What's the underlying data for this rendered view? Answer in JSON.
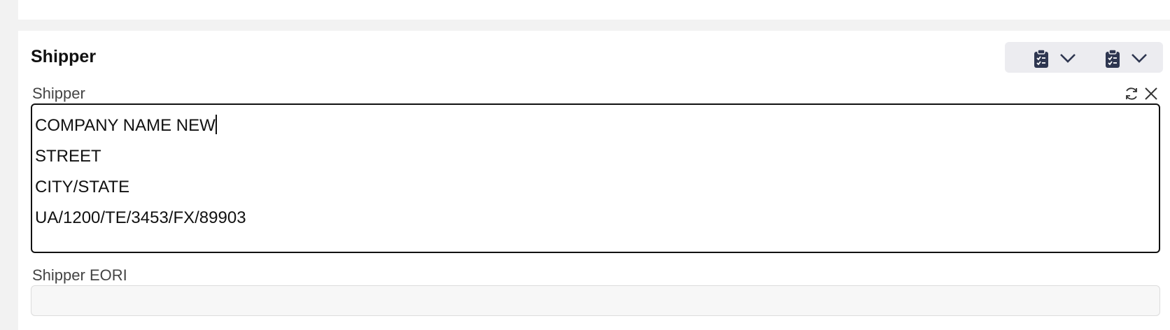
{
  "section": {
    "title": "Shipper"
  },
  "toolbar": {
    "buttons": [
      {
        "icon": "clipboard-check-icon",
        "dropdown": "chevron-down-icon"
      },
      {
        "icon": "clipboard-check-icon",
        "dropdown": "chevron-down-icon"
      }
    ]
  },
  "shipper_field": {
    "label": "Shipper",
    "lines": [
      "COMPANY NAME NEW",
      "STREET",
      "CITY/STATE",
      "UA/1200/TE/3453/FX/89903",
      ""
    ],
    "actions": [
      "refresh-icon",
      "close-icon"
    ]
  },
  "eori_field": {
    "label": "Shipper EORI",
    "value": ""
  },
  "colors": {
    "icon": "#2e3650",
    "border_active": "#111111",
    "background": "#f2f2f2"
  }
}
